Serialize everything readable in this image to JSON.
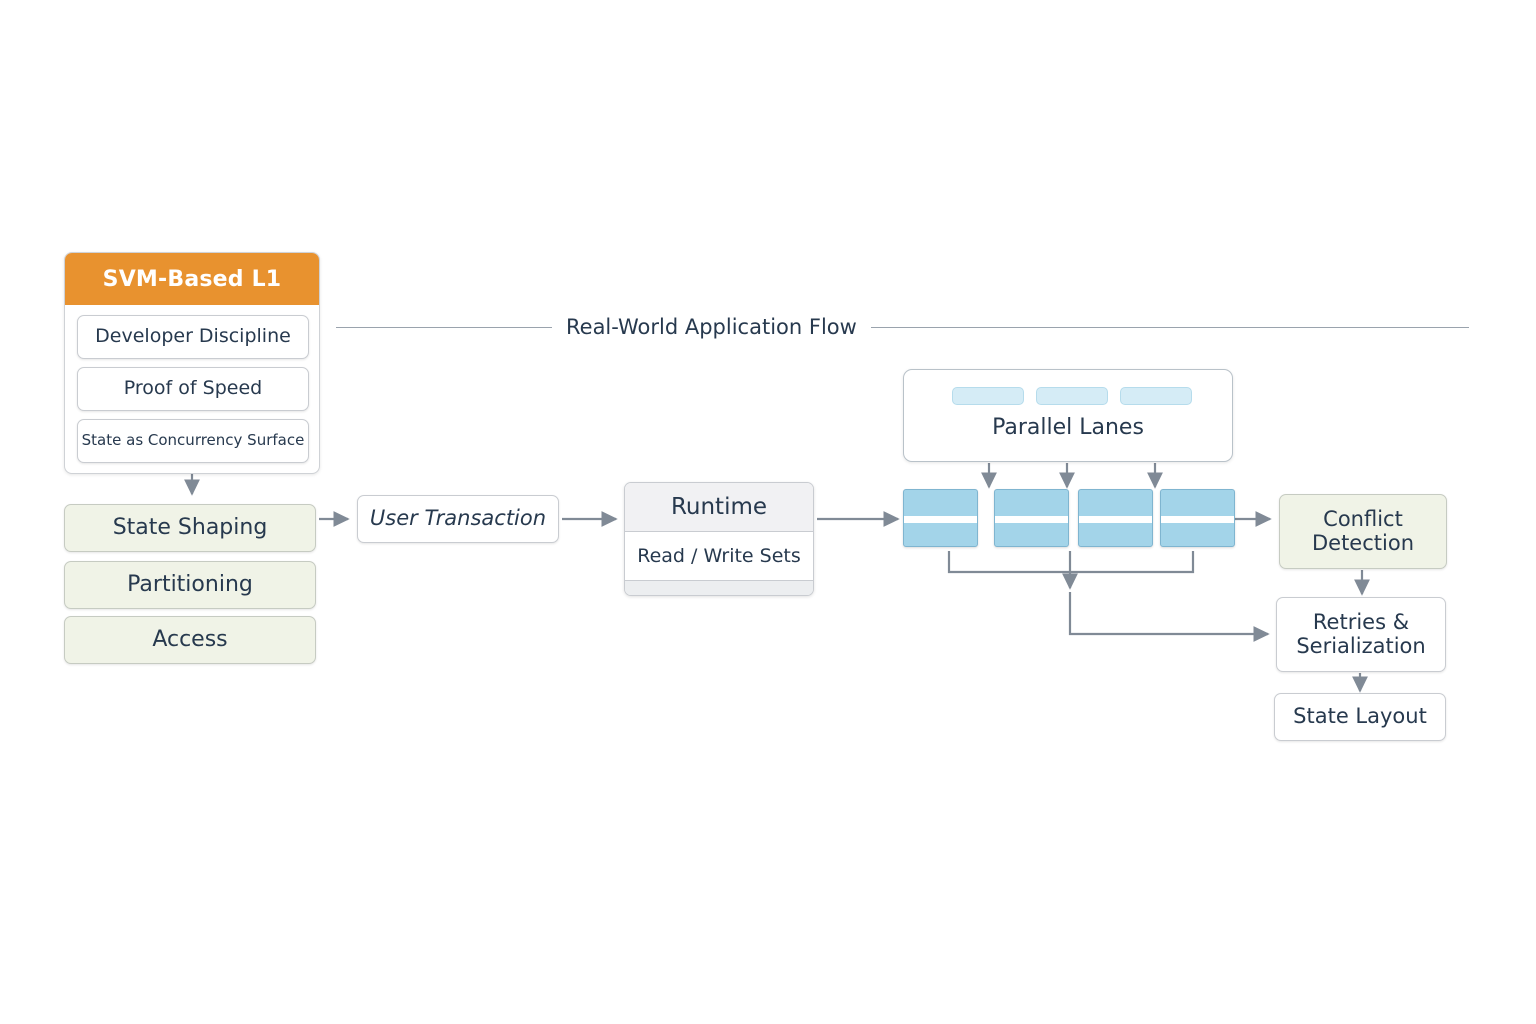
{
  "diagram": {
    "title": "Real-World Application Flow",
    "colors": {
      "accent_orange": "#e8922f",
      "lane_blue": "#a3d4e9",
      "pill_blue": "#d5ecf6",
      "green_fill": "#f0f3e7",
      "text": "#27394e",
      "connector": "#808a96",
      "border": "#c9ccd1"
    },
    "svm_group": {
      "header": "SVM-Based L1",
      "items": [
        {
          "label": "Developer Discipline",
          "size": 19
        },
        {
          "label": "Proof of Speed",
          "size": 19
        },
        {
          "label": "State as Concurrency Surface",
          "size": 15
        }
      ]
    },
    "state_column": [
      {
        "label": "State Shaping"
      },
      {
        "label": "Partitioning"
      },
      {
        "label": "Access"
      }
    ],
    "user_transaction": {
      "label": "User Transaction"
    },
    "runtime": {
      "header": "Runtime",
      "body": "Read / Write Sets"
    },
    "parallel_lanes": {
      "label": "Parallel Lanes",
      "pill_count": 3,
      "lane_count": 4
    },
    "right_column": [
      {
        "label": "Conflict Detection",
        "lines": [
          "Conflict",
          "Detection"
        ],
        "fill": "green"
      },
      {
        "label": "Retries & Serialization",
        "lines": [
          "Retries &",
          "Serialization"
        ],
        "fill": "plain"
      },
      {
        "label": "State Layout",
        "lines": [
          "State Layout"
        ],
        "fill": "plain"
      }
    ]
  }
}
